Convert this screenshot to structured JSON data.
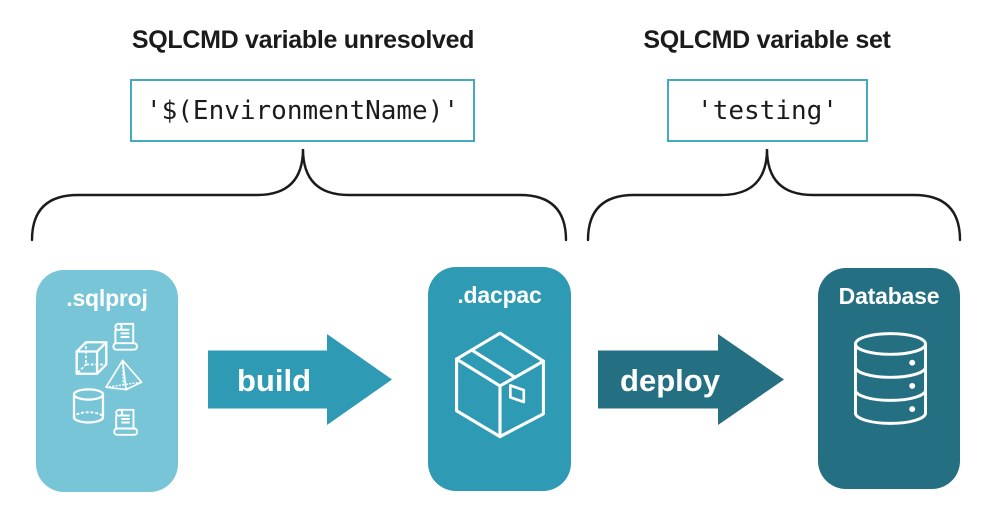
{
  "sections": {
    "unresolved": {
      "heading": "SQLCMD variable unresolved",
      "code": "'$(EnvironmentName)'"
    },
    "set": {
      "heading": "SQLCMD variable set",
      "code": "'testing'"
    }
  },
  "nodes": [
    {
      "label": ".sqlproj",
      "color": "#78C5D8",
      "icons": [
        "cube-icon",
        "scroll-icon",
        "pyramid-icon",
        "cylinder-icon",
        "scroll-icon"
      ]
    },
    {
      "label": ".dacpac",
      "color": "#2E9AB4",
      "icons": [
        "package-icon"
      ]
    },
    {
      "label": "Database",
      "color": "#246F81",
      "icons": [
        "database-icon"
      ]
    }
  ],
  "arrows": [
    {
      "label": "build",
      "color": "#2E9AB4"
    },
    {
      "label": "deploy",
      "color": "#246F81"
    }
  ],
  "colors": {
    "background": "#FFFFFF",
    "text": "#1B1B1B",
    "code_box_border": "#45A9C1",
    "icon_stroke": "#FFFFFF",
    "brace": "#1B1B1B"
  }
}
